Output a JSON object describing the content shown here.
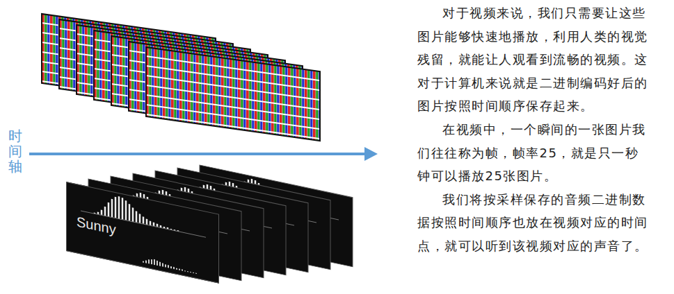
{
  "diagram": {
    "nodes": [
      {
        "text": [
          "Sunny"
        ]
      }
    ],
    "labels": [
      "时间轴",
      "对于视频来说，我们只需要让这些图片能够快速地播放，利用人类的视觉残留，就能让人观看到流畅的视频。这对于计算机来说就是二进制编码好后的图片按照时间顺序保存起来。",
      "在视频中，一个瞬间的一张图片我们往往称为帧，帧率25，就是只一秒钟可以播放25张图片。",
      "我们将按采样保存的音频二进制数据按照时间顺序也放在视频对应的时间点，就可以听到该视频对应的声音了。"
    ]
  }
}
